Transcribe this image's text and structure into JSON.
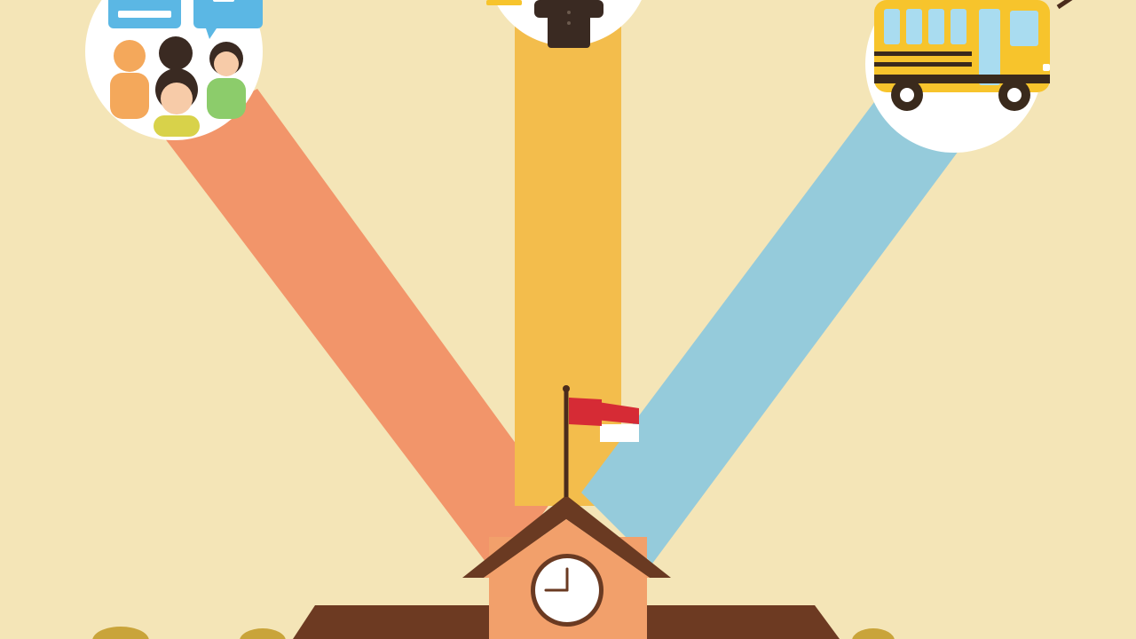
{
  "colors": {
    "background": "#f4e5b7",
    "beam_left": "#f2956a",
    "beam_center": "#f3bd4c",
    "beam_right": "#95cbdb",
    "circle_fill": "#ffffff",
    "school_wall": "#f2a06b",
    "school_roof": "#6a3a22",
    "school_wing": "#6d3a22",
    "flag_red": "#d62b35",
    "flag_white": "#ffffff",
    "flag_pole": "#4b2c1c",
    "bus_body": "#f7c42c",
    "bus_window": "#a9dcf0",
    "bus_stripe": "#3a2a1c",
    "bush": "#c9a43a",
    "speech_bubble": "#5bb7e4",
    "kid_orange": "#f4a85b",
    "kid_dark": "#3a2a22",
    "kid_green": "#8ccc6b",
    "kid_skin": "#f7cba8",
    "kid_yellow": "#d8d24a",
    "teacher_suit": "#3a2a22"
  },
  "illustration": {
    "beams": [
      "left-beam",
      "center-beam",
      "right-beam"
    ],
    "icons": [
      "students-group-icon",
      "teacher-icon",
      "school-bus-icon",
      "school-building-icon",
      "flag-icon",
      "clock-icon"
    ]
  }
}
